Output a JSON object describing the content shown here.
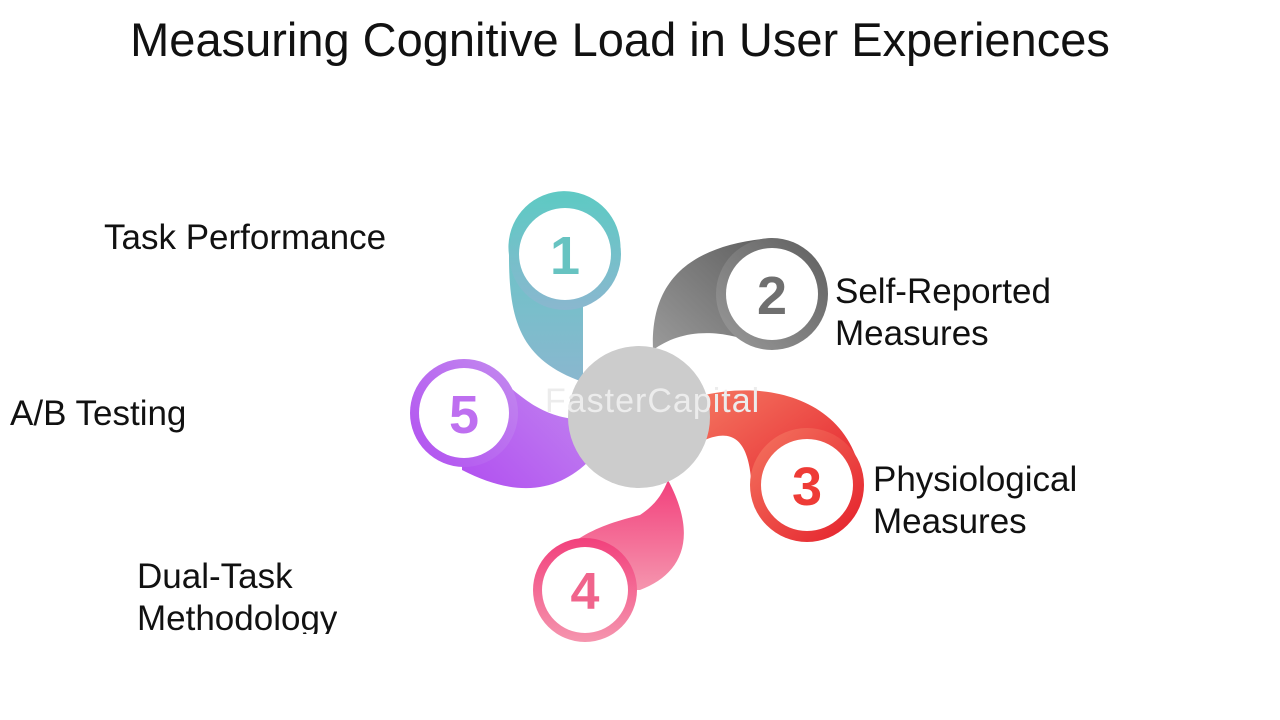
{
  "title": "Measuring Cognitive Load in User Experiences",
  "watermark": "FasterCapital",
  "steps": [
    {
      "number": "1",
      "label_lines": [
        "Task Performance"
      ],
      "color": "#67C3C1"
    },
    {
      "number": "2",
      "label_lines": [
        "Self-Reported",
        "Measures"
      ],
      "color": "#6F6F6F"
    },
    {
      "number": "3",
      "label_lines": [
        "Physiological",
        "Measures"
      ],
      "color": "#EE3B36"
    },
    {
      "number": "4",
      "label_lines": [
        "Dual-Task",
        "Methodology"
      ],
      "color": "#F0648C"
    },
    {
      "number": "5",
      "label_lines": [
        "A/B Testing"
      ],
      "color": "#BE6FF0"
    }
  ],
  "hub_color": "#CCCCCC"
}
